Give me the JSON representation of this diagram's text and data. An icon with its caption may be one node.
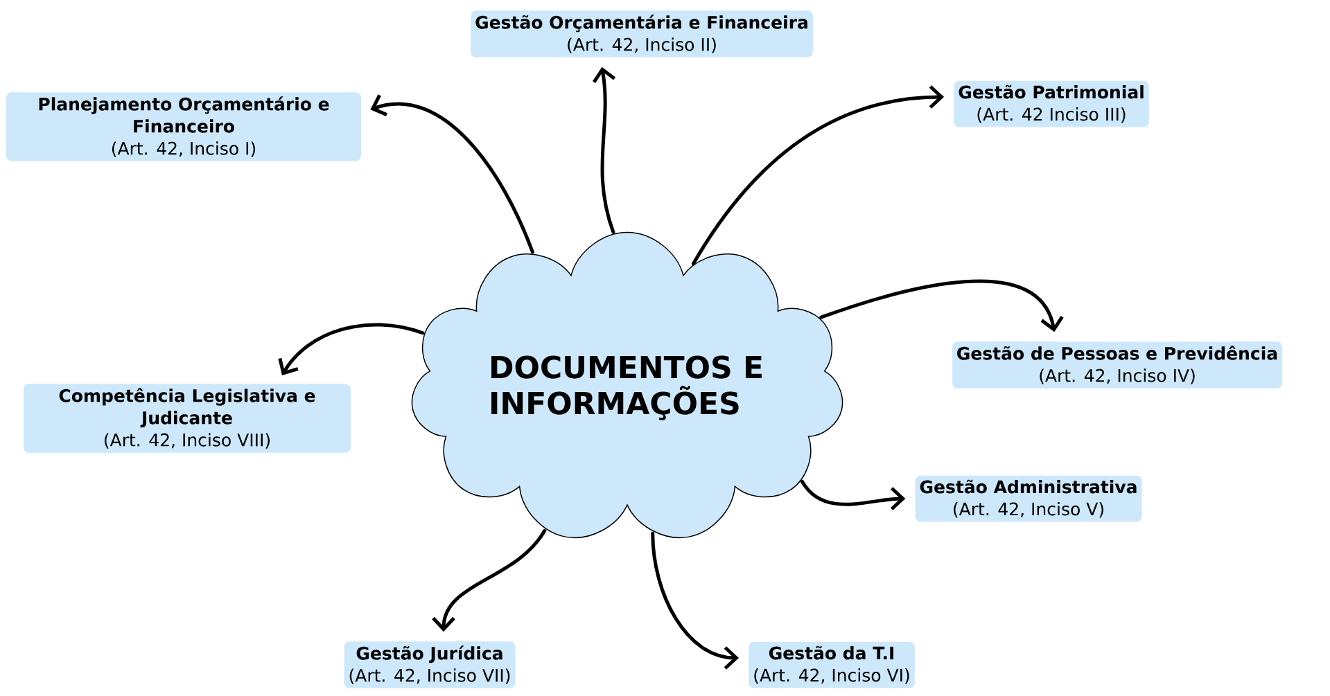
{
  "diagram": {
    "nodes": [
      {
        "text": [
          "DOCUMENTOS E INFORMAÇÕES"
        ]
      },
      {
        "text": [
          "Planejamento Orçamentário e Financeiro",
          "(Art. 42, Inciso I)"
        ]
      },
      {
        "text": [
          "Gestão Orçamentária e Financeira",
          "(Art. 42, Inciso II)"
        ]
      },
      {
        "text": [
          "Gestão Patrimonial",
          "(Art. 42 Inciso III)"
        ]
      },
      {
        "text": [
          "Gestão de Pessoas e Previdência",
          "(Art. 42, Inciso IV)"
        ]
      },
      {
        "text": [
          "Gestão Administrativa",
          "(Art. 42, Inciso V)"
        ]
      },
      {
        "text": [
          "Gestão da T.I",
          "(Art. 42, Inciso VI)"
        ]
      },
      {
        "text": [
          "Gestão Jurídica",
          "(Art. 42, Inciso VII)"
        ]
      },
      {
        "text": [
          "Competência Legislativa e Judicante",
          "(Art. 42, Inciso VIII)"
        ]
      }
    ],
    "edges": [
      {
        "from": 0,
        "to": 1,
        "arrow": "to"
      },
      {
        "from": 0,
        "to": 2,
        "arrow": "to"
      },
      {
        "from": 0,
        "to": 3,
        "arrow": "to"
      },
      {
        "from": 0,
        "to": 4,
        "arrow": "to"
      },
      {
        "from": 0,
        "to": 5,
        "arrow": "to"
      },
      {
        "from": 0,
        "to": 6,
        "arrow": "to"
      },
      {
        "from": 0,
        "to": 7,
        "arrow": "to"
      },
      {
        "from": 0,
        "to": 8,
        "arrow": "to"
      }
    ]
  }
}
